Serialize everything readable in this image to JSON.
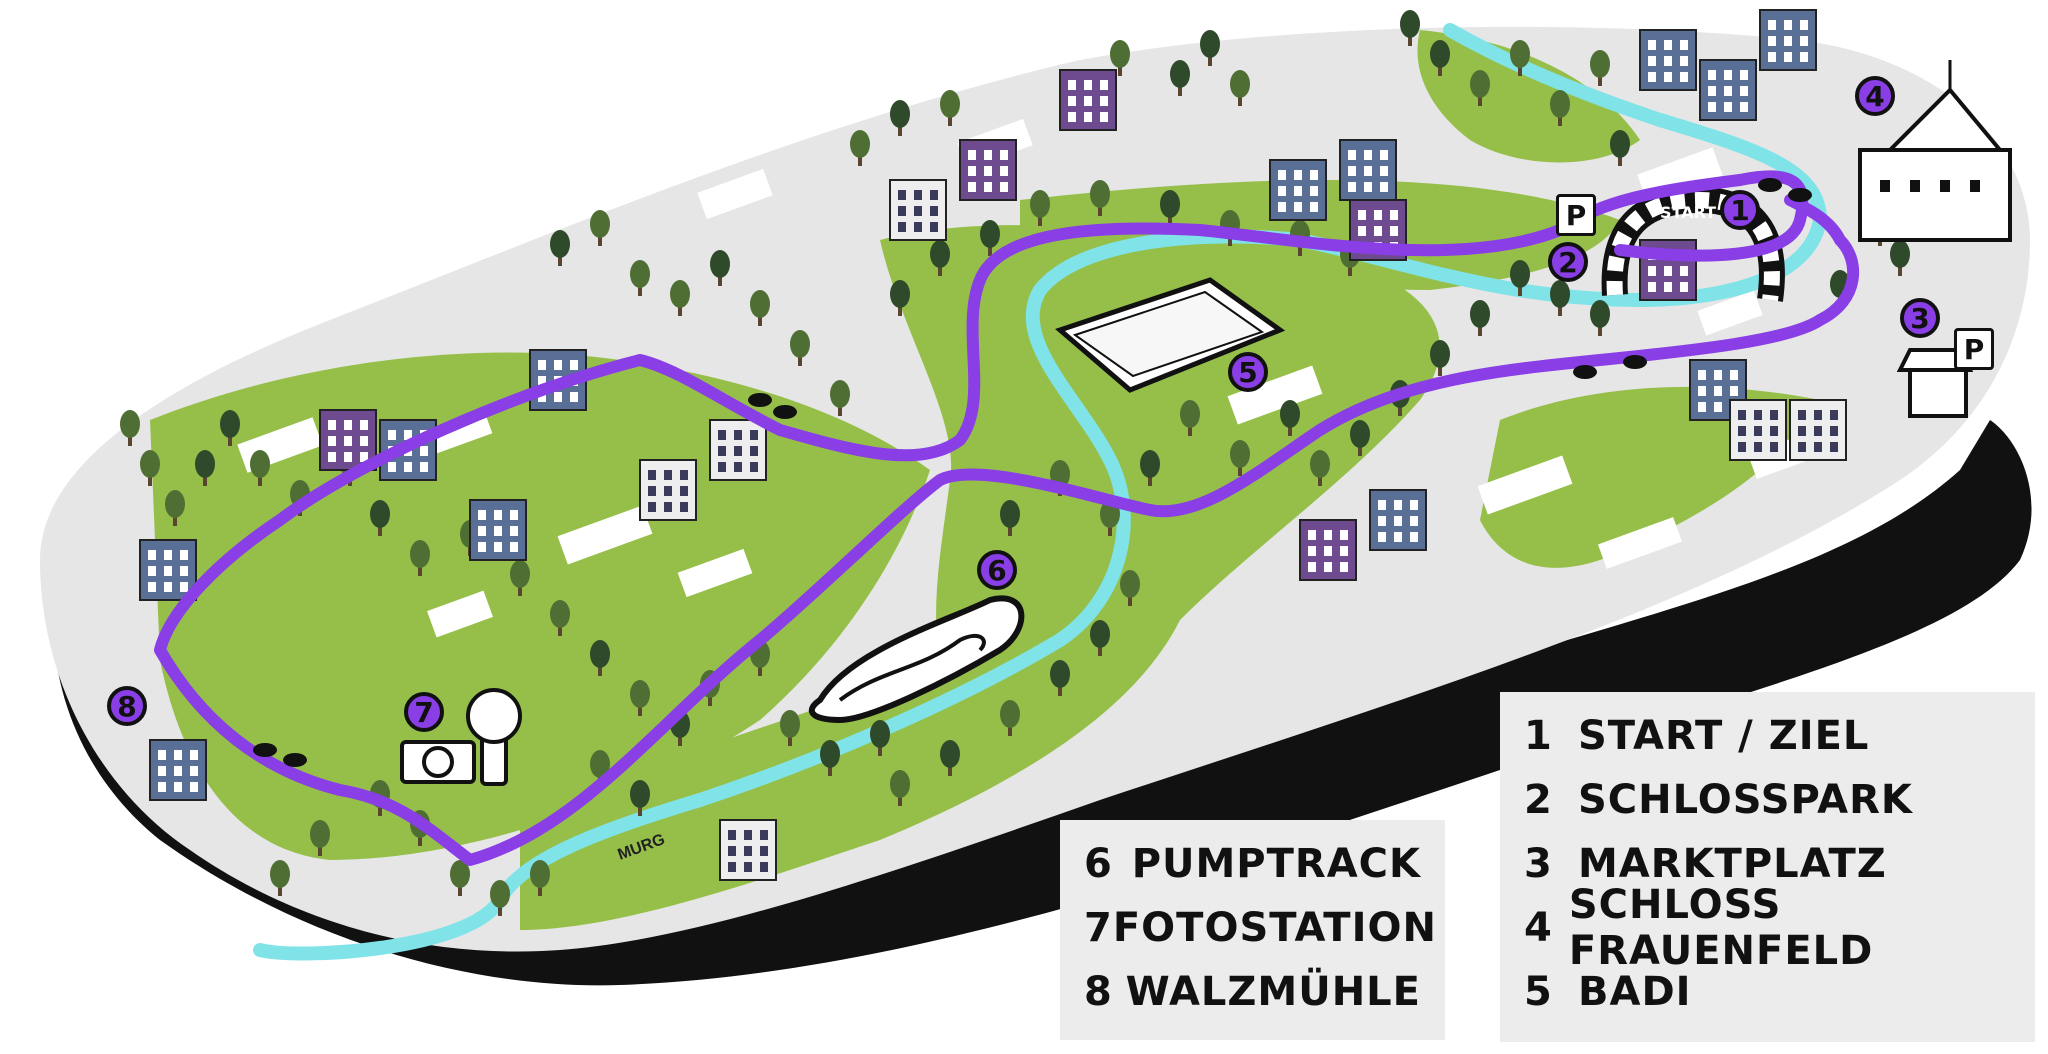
{
  "colors": {
    "route": "#8a3ee6",
    "river": "#7fe3e8",
    "park": "#96bf4a",
    "street": "#e6e6e6",
    "building_purple": "#6e4a8e",
    "building_blue": "#5a6f95",
    "building_white": "#eeeeee",
    "marker_fill": "#8a3ee6",
    "legend_bg": "#ececec"
  },
  "map": {
    "river_label": "MURG",
    "start_arch_label": "START",
    "parking_label": "P"
  },
  "stops": [
    {
      "number": "1",
      "name": "START / ZIEL",
      "icon": "start-arch-icon"
    },
    {
      "number": "2",
      "name": "SCHLOSSPARK",
      "icon": "park-icon"
    },
    {
      "number": "3",
      "name": "MARKTPLATZ",
      "icon": "market-stall-icon"
    },
    {
      "number": "4",
      "name": "SCHLOSS FRAUENFELD",
      "icon": "castle-icon"
    },
    {
      "number": "5",
      "name": "BADI",
      "icon": "pool-icon"
    },
    {
      "number": "6",
      "name": "PUMPTRACK",
      "icon": "pumptrack-icon"
    },
    {
      "number": "7",
      "name": "FOTOSTATION",
      "icon": "camera-icon"
    },
    {
      "number": "8",
      "name": "WALZMÜHLE",
      "icon": "mill-icon"
    }
  ],
  "legend_left": [
    {
      "number": "6",
      "name": "PUMPTRACK"
    },
    {
      "number": "7",
      "name": "FOTOSTATION"
    },
    {
      "number": "8",
      "name": "WALZMÜHLE"
    }
  ],
  "legend_right": [
    {
      "number": "1",
      "name": "START / ZIEL"
    },
    {
      "number": "2",
      "name": "SCHLOSSPARK"
    },
    {
      "number": "3",
      "name": "MARKTPLATZ"
    },
    {
      "number": "4",
      "name": "SCHLOSS FRAUENFELD"
    },
    {
      "number": "5",
      "name": "BADI"
    }
  ]
}
